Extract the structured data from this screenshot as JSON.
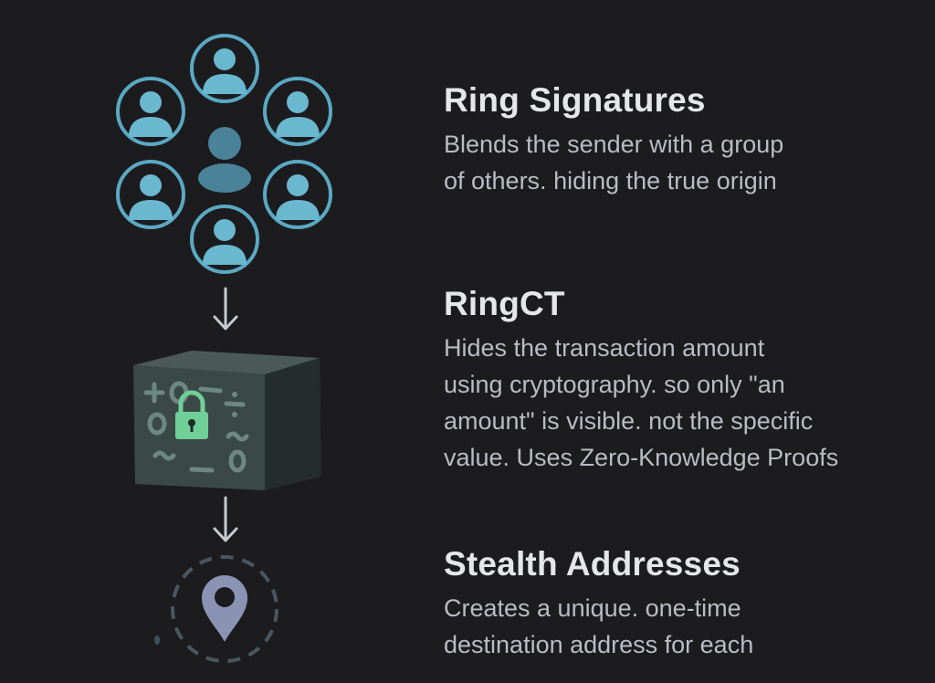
{
  "colors": {
    "background": "#1c1c1f",
    "ring_blue": "#5aa9c4",
    "center_user": "#4a8299",
    "arrow": "#c4cad0",
    "box_face": "#3a4947",
    "box_side": "#2a3332",
    "lock_green": "#6fcf97",
    "pin": "#8b93b5",
    "dashed_ring": "#4a5660",
    "title_text": "#e4e6ea",
    "desc_text": "#b9bcc2"
  },
  "icons": {
    "ring": "ring-of-users-icon",
    "ringct": "locked-crypto-box-icon",
    "stealth": "location-pin-icon",
    "arrow": "down-arrow-icon"
  },
  "box_symbols": [
    "+",
    "0",
    "−",
    "÷",
    "0",
    "~",
    "~",
    "−",
    "0"
  ],
  "sections": [
    {
      "title": "Ring Signatures",
      "description": "Blends the sender with a group\nof others. hiding the true origin"
    },
    {
      "title": "RingCT",
      "description": "Hides the transaction amount\nusing cryptography. so only \"an\namount\" is visible. not the specific\nvalue. Uses Zero-Knowledge Proofs"
    },
    {
      "title": "Stealth Addresses",
      "description": "Creates a unique. one-time\ndestination address for each"
    }
  ]
}
